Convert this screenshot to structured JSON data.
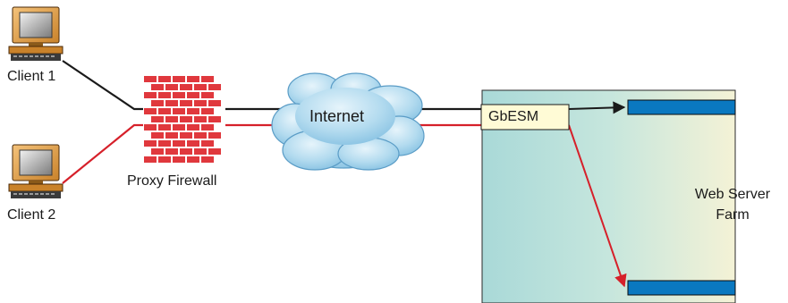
{
  "nodes": {
    "client1": {
      "label": "Client 1",
      "icon": "desktop-computer-icon"
    },
    "client2": {
      "label": "Client 2",
      "icon": "desktop-computer-icon"
    },
    "firewall": {
      "label": "Proxy Firewall",
      "icon": "brick-wall-icon"
    },
    "internet": {
      "label": "Internet",
      "icon": "cloud-icon"
    },
    "gbesm": {
      "label": "GbESM"
    },
    "farm": {
      "label": "Web Server Farm"
    }
  },
  "colors": {
    "path_black": "#1a1a1a",
    "path_red": "#d6202a",
    "brick": "#e0383d",
    "mortar": "#ffffff",
    "cloud": "#a9d3ea",
    "server_bar": "#0a78c0",
    "gbesm_box": "#fffbd6",
    "farm_left": "#a8d8d6",
    "farm_right": "#f3f1d6"
  }
}
